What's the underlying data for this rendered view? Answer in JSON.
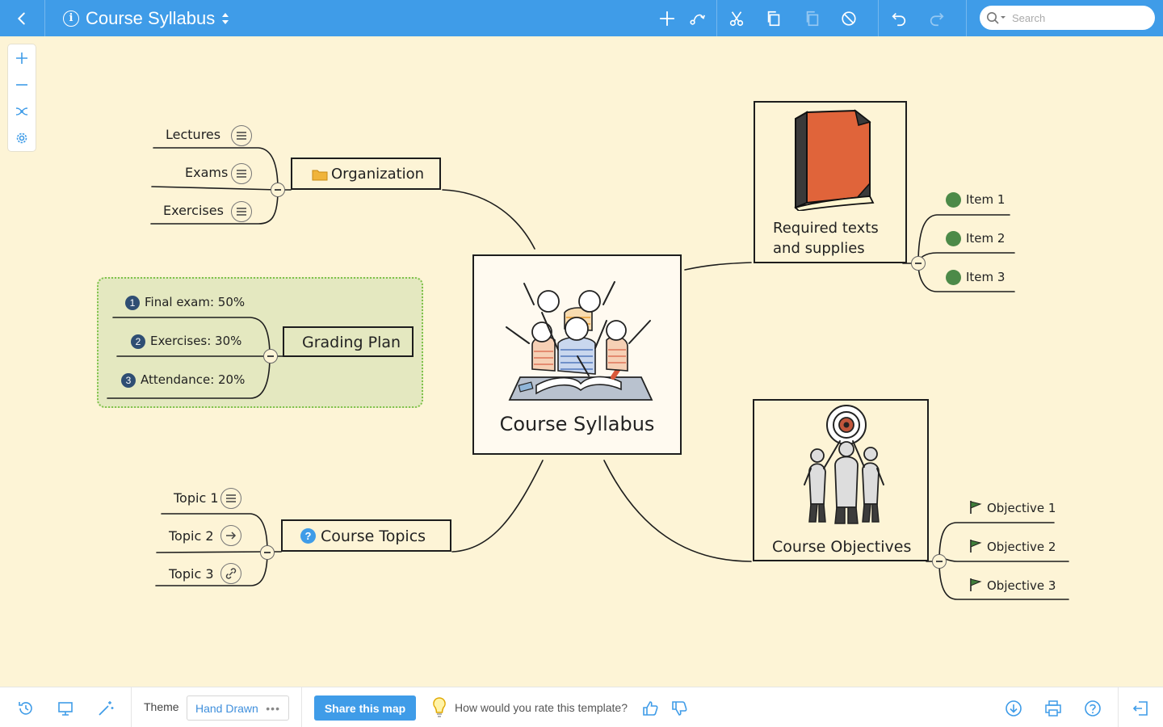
{
  "toolbar": {
    "title": "Course Syllabus",
    "search_placeholder": "Search",
    "accent": "#3f9ce8"
  },
  "map": {
    "root": "Course Syllabus",
    "organization": {
      "label": "Organization",
      "children": [
        "Lectures",
        "Exams",
        "Exercises"
      ]
    },
    "grading": {
      "label": "Grading Plan",
      "children": [
        {
          "num": "1",
          "text": "Final exam: 50%"
        },
        {
          "num": "2",
          "text": "Exercises: 30%"
        },
        {
          "num": "3",
          "text": "Attendance: 20%"
        }
      ]
    },
    "topics": {
      "label": "Course Topics",
      "children": [
        "Topic 1",
        "Topic 2",
        "Topic 3"
      ]
    },
    "texts": {
      "label_line1": "Required texts",
      "label_line2": "and supplies",
      "children": [
        "Item 1",
        "Item 2",
        "Item 3"
      ]
    },
    "objectives": {
      "label": "Course Objectives",
      "children": [
        "Objective 1",
        "Objective 2",
        "Objective 3"
      ]
    }
  },
  "bottom": {
    "theme_label": "Theme",
    "theme_value": "Hand Drawn",
    "share_label": "Share this map",
    "rate_question": "How would you rate this template?"
  }
}
